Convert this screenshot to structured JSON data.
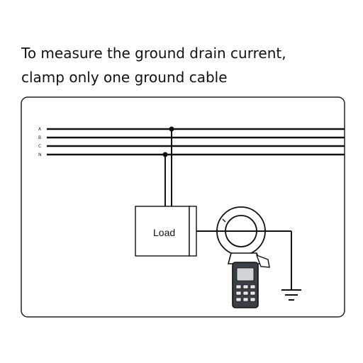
{
  "caption": {
    "line1": "To measure the ground drain current,",
    "line2": "clamp only one ground cable"
  },
  "diagram": {
    "phase_labels": [
      "A",
      "B",
      "C",
      "N"
    ],
    "load_label": "Load"
  },
  "colors": {
    "wire": "#111111",
    "frame": "#222222",
    "meter_body": "#3a3f45",
    "meter_display": "#cfd4d8",
    "meter_buttons": "#e6e6e6"
  },
  "icons": [
    "ground-symbol-icon",
    "clamp-meter-icon"
  ]
}
